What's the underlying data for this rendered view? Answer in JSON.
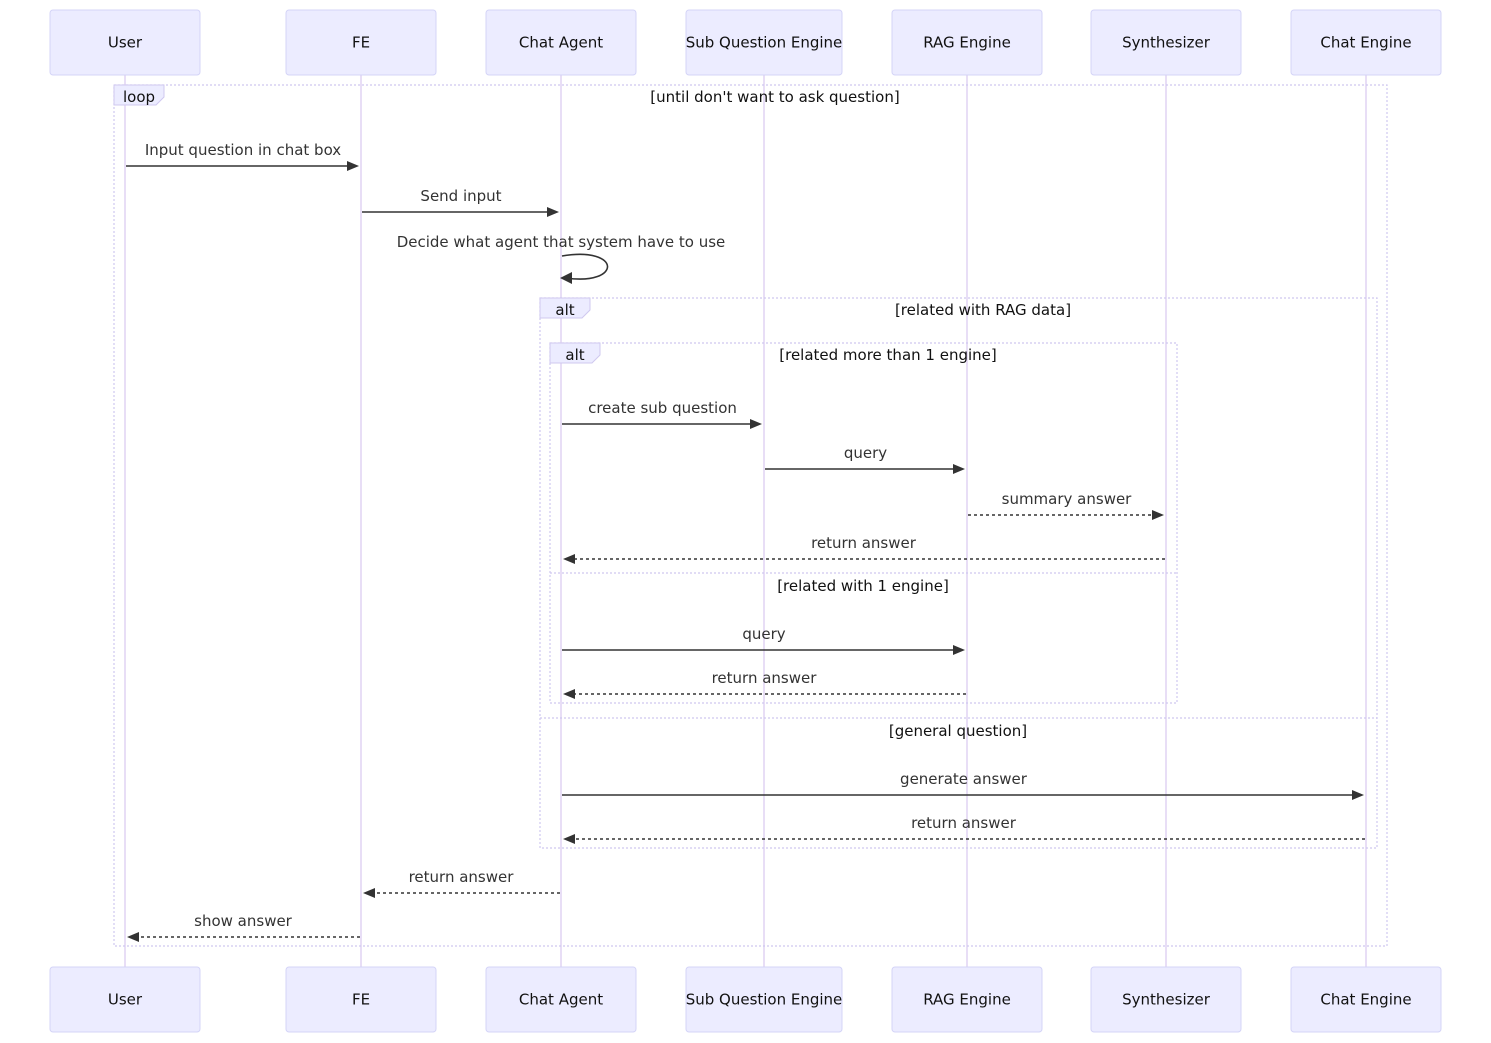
{
  "actors": [
    "User",
    "FE",
    "Chat Agent",
    "Sub Question Engine",
    "RAG Engine",
    "Synthesizer",
    "Chat Engine"
  ],
  "frames": [
    {
      "keyword": "loop",
      "condition": "[until don't want to ask question]"
    },
    {
      "keyword": "alt",
      "condition": "[related with RAG data]"
    },
    {
      "keyword": "alt",
      "condition": "[related more than 1 engine]"
    }
  ],
  "else_conditions": [
    "[related with 1 engine]",
    "[general question]"
  ],
  "messages": [
    {
      "from": "User",
      "to": "FE",
      "text": "Input question in chat box",
      "style": "solid"
    },
    {
      "from": "FE",
      "to": "Chat Agent",
      "text": "Send input",
      "style": "solid"
    },
    {
      "from": "Chat Agent",
      "to": "Chat Agent",
      "text": "Decide what agent that system have to use",
      "style": "solid"
    },
    {
      "from": "Chat Agent",
      "to": "Sub Question Engine",
      "text": "create sub question",
      "style": "solid"
    },
    {
      "from": "Sub Question Engine",
      "to": "RAG Engine",
      "text": "query",
      "style": "solid"
    },
    {
      "from": "RAG Engine",
      "to": "Synthesizer",
      "text": "summary answer",
      "style": "dashed"
    },
    {
      "from": "Synthesizer",
      "to": "Chat Agent",
      "text": "return answer",
      "style": "dashed"
    },
    {
      "from": "Chat Agent",
      "to": "RAG Engine",
      "text": "query",
      "style": "solid"
    },
    {
      "from": "RAG Engine",
      "to": "Chat Agent",
      "text": "return answer",
      "style": "dashed"
    },
    {
      "from": "Chat Agent",
      "to": "Chat Engine",
      "text": "generate answer",
      "style": "solid"
    },
    {
      "from": "Chat Engine",
      "to": "Chat Agent",
      "text": "return answer",
      "style": "dashed"
    },
    {
      "from": "Chat Agent",
      "to": "FE",
      "text": "return answer",
      "style": "dashed"
    },
    {
      "from": "FE",
      "to": "User",
      "text": "show answer",
      "style": "dashed"
    }
  ]
}
